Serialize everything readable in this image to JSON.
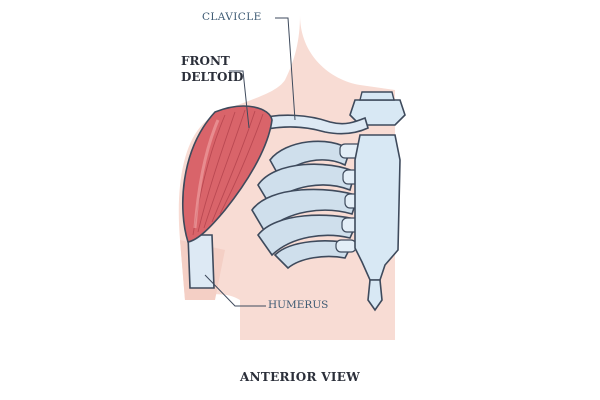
{
  "labels": {
    "clavicle": "CLAVICLE",
    "front_deltoid_line1": "FRONT",
    "front_deltoid_line2": "DELTOID",
    "humerus": "HUMERUS"
  },
  "caption": "ANTERIOR VIEW",
  "colors": {
    "skin": "#f7d9d1",
    "muscle": "#d9646a",
    "bone": "#d4e6f3",
    "outline": "#3e4a5c"
  }
}
